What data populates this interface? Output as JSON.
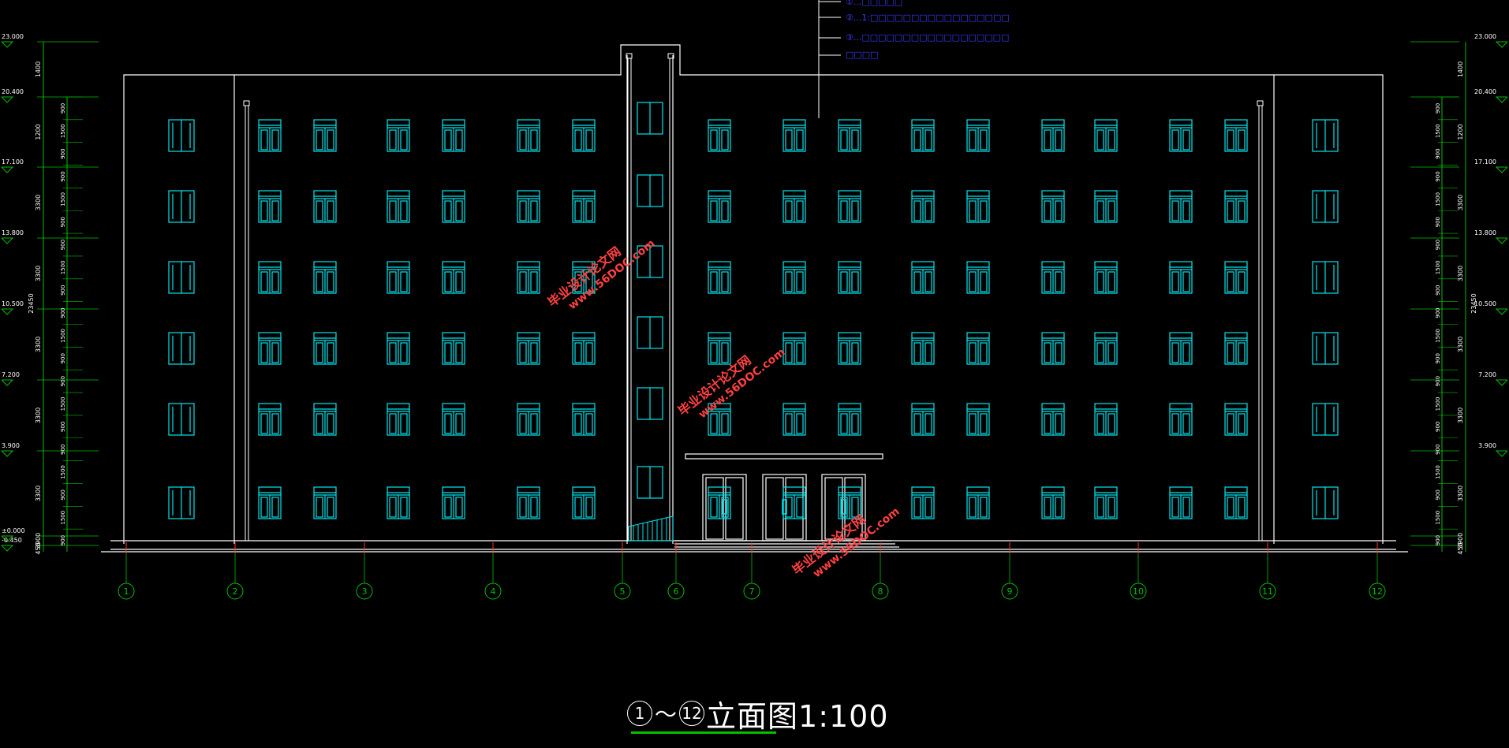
{
  "drawing": {
    "title_from": "1",
    "title_tilde": "～",
    "title_to": "12",
    "title_suffix": "立面图1:100",
    "colors": {
      "background": "#000000",
      "outline": "#ffffff",
      "window": "#00e5ee",
      "dimension": "#00c000",
      "note": "#3a3aff",
      "watermark": "#ff4040",
      "axis_tick": "#ff3030"
    }
  },
  "notes": [
    "①...□□□□□",
    "②...1:□□□□□□□□□□□□□□□□□",
    "③...□□□□□□□□□□□□□□□□□□",
    "□□□□"
  ],
  "grid_axes": [
    "1",
    "2",
    "3",
    "4",
    "5",
    "6",
    "7",
    "8",
    "9",
    "10",
    "11",
    "12"
  ],
  "left_elevations": [
    "23.000",
    "20.400",
    "17.100",
    "13.800",
    "10.500",
    "7.200",
    "3.900",
    "±0.000",
    "-0.450"
  ],
  "right_elevations": [
    "23.000",
    "20.400",
    "17.100",
    "13.800",
    "10.500",
    "7.200",
    "3.900"
  ],
  "dimensions_outer": [
    "1400",
    "1200",
    "3300",
    "3300",
    "3300",
    "3300",
    "3300",
    "3900",
    "450"
  ],
  "dimensions_inner": [
    "900",
    "1500",
    "900",
    "900",
    "1500",
    "900",
    "900",
    "1500",
    "900",
    "900",
    "1500",
    "900",
    "900",
    "1500",
    "900",
    "900",
    "1500",
    "900",
    "1500",
    "900"
  ],
  "total_height": "23450",
  "watermarks": [
    {
      "line1": "毕业设计论文网",
      "line2": "www.56DOC.com"
    },
    {
      "line1": "毕业设计论文网",
      "line2": "www.56DOC.com"
    },
    {
      "line1": "毕业设计论文网",
      "line2": "www.56DOC.com"
    }
  ]
}
